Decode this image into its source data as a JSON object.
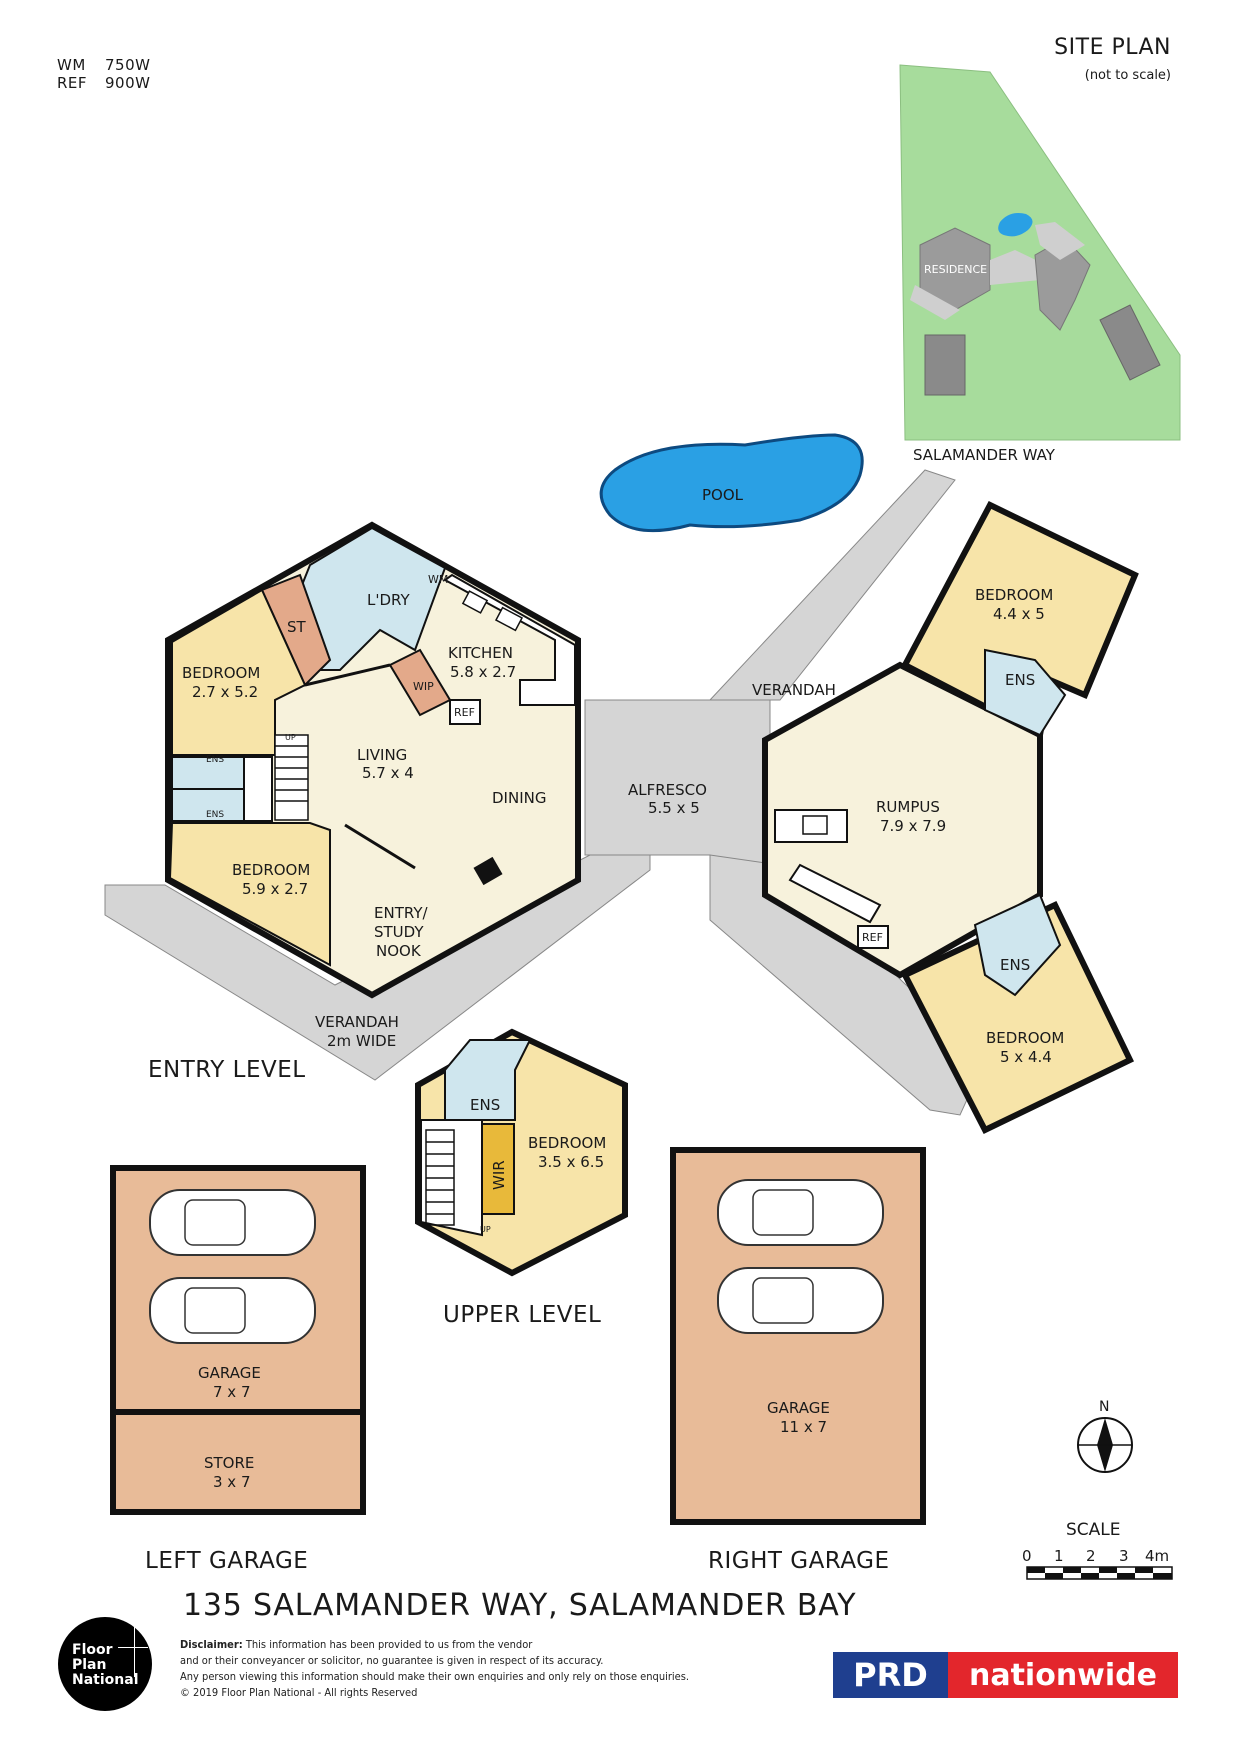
{
  "legend": {
    "rows": [
      {
        "key": "WM",
        "value": "750W"
      },
      {
        "key": "REF",
        "value": "900W"
      }
    ]
  },
  "site_plan": {
    "title": "SITE PLAN",
    "subtitle": "(not to scale)",
    "residence_label": "RESIDENCE",
    "street_label": "SALAMANDER WAY"
  },
  "rooms": {
    "pool": "POOL",
    "laundry": "L'DRY",
    "wm": "WM",
    "st": "ST",
    "kitchen": "KITCHEN",
    "kitchen_size": "5.8 x 2.7",
    "wip": "WIP",
    "ref": "REF",
    "bedroom_label": "BEDROOM",
    "bed1_size": "2.7 x 5.2",
    "living": "LIVING",
    "living_size": "5.7 x 4",
    "dining": "DINING",
    "ens": "ENS",
    "up": "UP",
    "bed2_size": "5.9 x 2.7",
    "entry_l1": "ENTRY/",
    "entry_l2": "STUDY",
    "entry_l3": "NOOK",
    "verandah": "VERANDAH",
    "verandah_width": "2m WIDE",
    "alfresco": "ALFRESCO",
    "alfresco_size": "5.5 x 5",
    "rumpus": "RUMPUS",
    "rumpus_size": "7.9 x 7.9",
    "bed3_size": "4.4 x 5",
    "bed4_size": "5 x 4.4",
    "bed5_size": "3.5 x 6.5",
    "wir": "WIR",
    "garage": "GARAGE",
    "left_garage_size": "7 x 7",
    "store": "STORE",
    "store_size": "3 x 7",
    "right_garage_size": "11 x 7"
  },
  "levels": {
    "entry": "ENTRY LEVEL",
    "upper": "UPPER LEVEL",
    "left_garage": "LEFT GARAGE",
    "right_garage": "RIGHT GARAGE"
  },
  "compass": {
    "north": "N"
  },
  "scale": {
    "title": "SCALE",
    "ticks": [
      "0",
      "1",
      "2",
      "3",
      "4m"
    ]
  },
  "address": "135 SALAMANDER WAY, SALAMANDER BAY",
  "disclaimer": {
    "label": "Disclaimer:",
    "line1": "This information has been provided to us from the vendor",
    "line2": "and or their conveyancer or solicitor, no guarantee is given in respect of its accuracy.",
    "line3": "Any person viewing this information should make their own enquiries and only rely on those enquiries.",
    "line4": "© 2019 Floor Plan National - All rights Reserved"
  },
  "logos": {
    "fpn": [
      "Floor",
      "Plan",
      "National"
    ],
    "prd": "PRD",
    "nationwide": "nationwide"
  },
  "colors": {
    "room": "#f7f2dc",
    "bedroom": "#f7e4a9",
    "wet": "#cfe6ee",
    "store_room": "#e3a98a",
    "garage": "#e8bb98",
    "verandah": "#d5d5d5",
    "pool": "#2aa0e4",
    "site_lawn": "#a7dc9c",
    "prd_blue": "#1f3f8f",
    "prd_red": "#e3262c"
  }
}
